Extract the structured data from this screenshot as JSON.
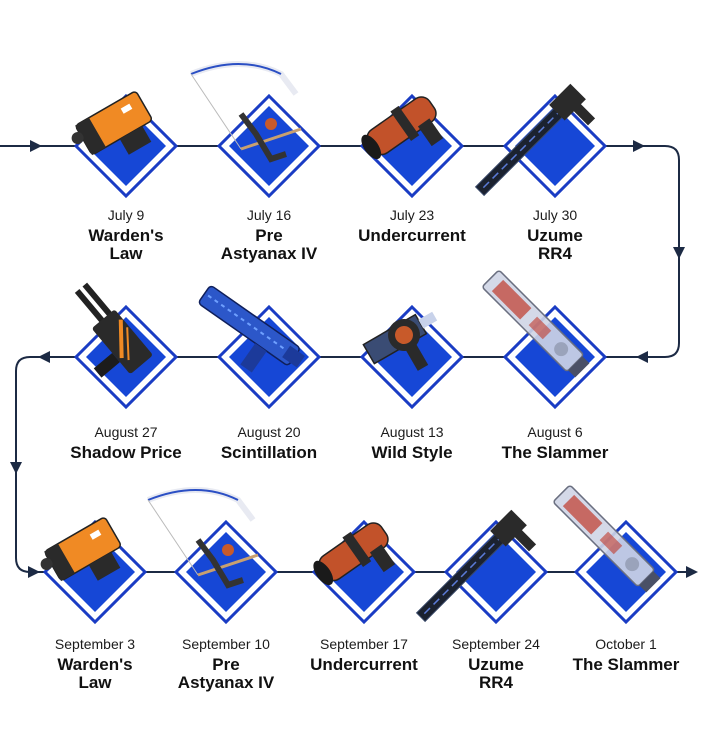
{
  "colors": {
    "line": "#1c2a44",
    "diamond_fill": "#1647d6",
    "diamond_border": "#1a3cc4"
  },
  "rows": [
    {
      "direction": "right",
      "items": [
        {
          "date": "July 9",
          "name": "Warden's\nLaw",
          "weapon": "orange-launcher"
        },
        {
          "date": "July 16",
          "name": "Pre\nAstyanax IV",
          "weapon": "bow"
        },
        {
          "date": "July 23",
          "name": "Undercurrent",
          "weapon": "orange-cannon"
        },
        {
          "date": "July 30",
          "name": "Uzume\nRR4",
          "weapon": "sniper"
        }
      ]
    },
    {
      "direction": "left",
      "items": [
        {
          "date": "August 27",
          "name": "Shadow Price",
          "weapon": "smg"
        },
        {
          "date": "August 20",
          "name": "Scintillation",
          "weapon": "blue-rifle"
        },
        {
          "date": "August 13",
          "name": "Wild Style",
          "weapon": "grenade-launcher"
        },
        {
          "date": "August 6",
          "name": "The Slammer",
          "weapon": "clear-sword"
        }
      ]
    },
    {
      "direction": "right",
      "items": [
        {
          "date": "September 3",
          "name": "Warden's\nLaw",
          "weapon": "orange-launcher"
        },
        {
          "date": "September 10",
          "name": "Pre\nAstyanax IV",
          "weapon": "bow"
        },
        {
          "date": "September 17",
          "name": "Undercurrent",
          "weapon": "orange-cannon"
        },
        {
          "date": "September 24",
          "name": "Uzume\nRR4",
          "weapon": "sniper"
        },
        {
          "date": "October 1",
          "name": "The Slammer",
          "weapon": "clear-sword"
        }
      ]
    }
  ]
}
